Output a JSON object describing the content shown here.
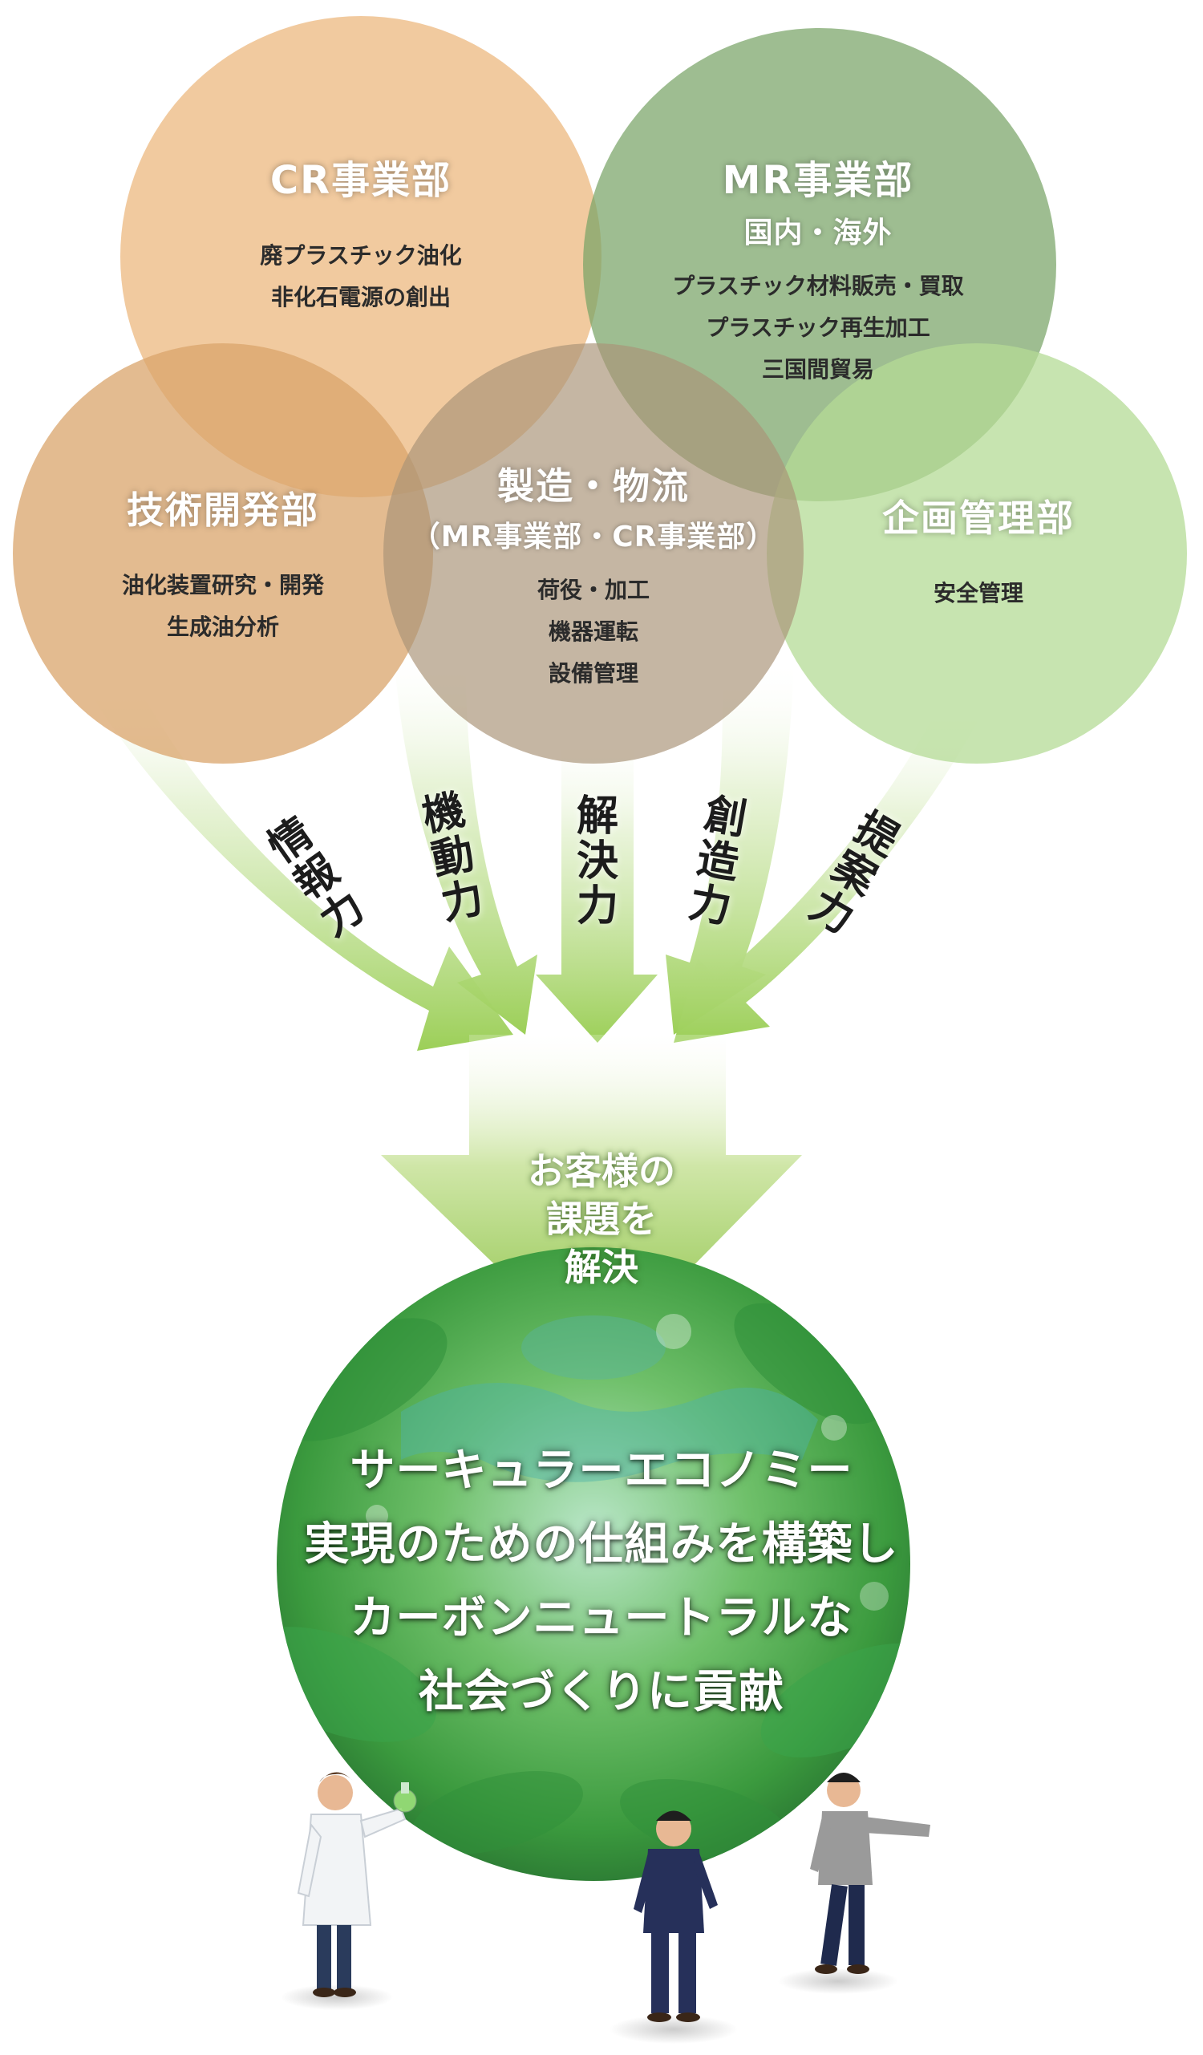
{
  "departments": {
    "cr": {
      "title": "CR事業部",
      "items": [
        "廃プラスチック油化",
        "非化石電源の創出"
      ],
      "color": "#e9b57c"
    },
    "mr": {
      "title": "MR事業部",
      "subtitle": "国内・海外",
      "items": [
        "プラスチック材料販売・買取",
        "プラスチック再生加工",
        "三国間貿易"
      ],
      "color": "#7fa46c"
    },
    "tech": {
      "title": "技術開発部",
      "items": [
        "油化装置研究・開発",
        "生成油分析"
      ],
      "color": "#d8a66f"
    },
    "mfg": {
      "title": "製造・物流",
      "subtitle": "（MR事業部・CR事業部）",
      "items": [
        "荷役・加工",
        "機器運転",
        "設備管理"
      ],
      "color": "#b5a189"
    },
    "plan": {
      "title": "企画管理部",
      "items": [
        "安全管理"
      ],
      "color": "#b6dc9b"
    }
  },
  "arrows": [
    {
      "label": "情報力"
    },
    {
      "label": "機動力"
    },
    {
      "label": "解決力"
    },
    {
      "label": "創造力"
    },
    {
      "label": "提案力"
    }
  ],
  "center_arrow": {
    "lines": [
      "お客様の",
      "課題を",
      "解決"
    ]
  },
  "globe": {
    "lines": [
      "サーキュラーエコノミー",
      "実現のための仕組みを構築し",
      "カーボンニュートラルな",
      "社会づくりに貢献"
    ]
  },
  "icons": [
    "scientist-figure",
    "worker-figure",
    "businessman-figure",
    "leaf-globe"
  ],
  "colors": {
    "arrow_green": "#8fc84a",
    "globe_green": "#3e9a3c",
    "text_dark": "#2b2b2b"
  }
}
